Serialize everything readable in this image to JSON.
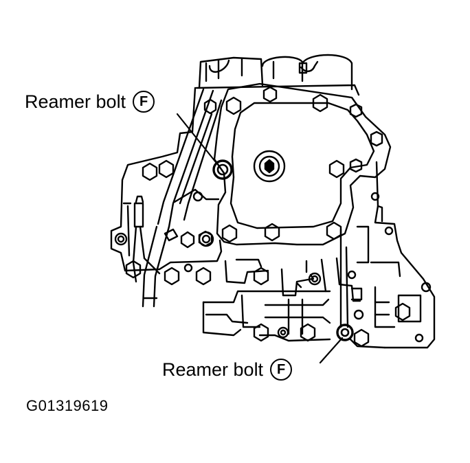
{
  "callouts": [
    {
      "text": "Reamer bolt",
      "badge": "F"
    },
    {
      "text": "Reamer bolt",
      "badge": "F"
    }
  ],
  "figure_id": "G01319619"
}
